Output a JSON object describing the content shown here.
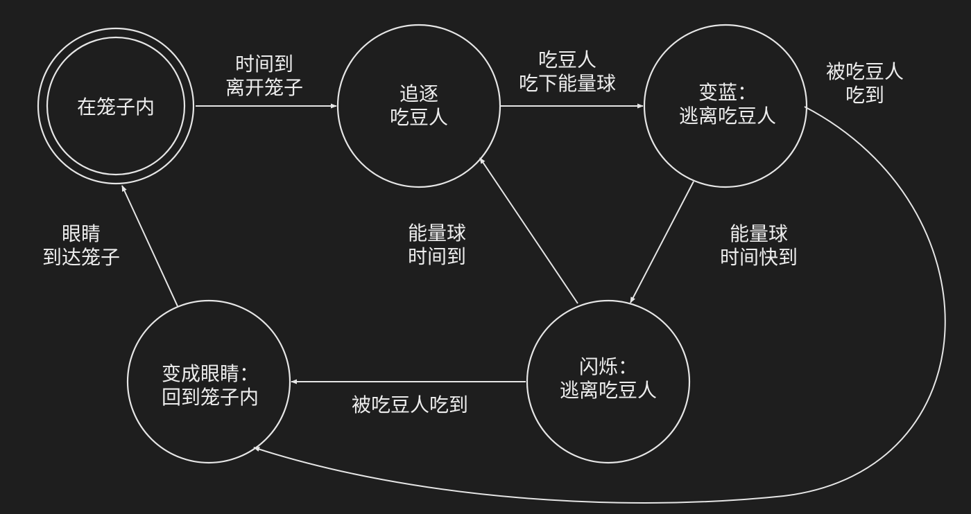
{
  "states": {
    "in_cage": {
      "lines": [
        "在笼子内"
      ]
    },
    "chase": {
      "lines": [
        "追逐",
        "吃豆人"
      ]
    },
    "blue": {
      "lines": [
        "变蓝：",
        "逃离吃豆人"
      ]
    },
    "flash": {
      "lines": [
        "闪烁：",
        "逃离吃豆人"
      ]
    },
    "eyes": {
      "lines": [
        "变成眼睛：",
        "回到笼子内"
      ]
    }
  },
  "transitions": {
    "cage_to_chase": {
      "lines": [
        "时间到",
        "离开笼子"
      ]
    },
    "chase_to_blue": {
      "lines": [
        "吃豆人",
        "吃下能量球"
      ]
    },
    "blue_to_eyes": {
      "lines": [
        "被吃豆人",
        "吃到"
      ]
    },
    "blue_to_flash": {
      "lines": [
        "能量球",
        "时间快到"
      ]
    },
    "flash_to_chase": {
      "lines": [
        "能量球",
        "时间到"
      ]
    },
    "flash_to_eyes": {
      "lines": [
        "被吃豆人吃到"
      ]
    },
    "eyes_to_cage": {
      "lines": [
        "眼睛",
        "到达笼子"
      ]
    }
  },
  "colors": {
    "background": "#1e1e1e",
    "stroke": "#e6e6e6",
    "text": "#ededed"
  }
}
